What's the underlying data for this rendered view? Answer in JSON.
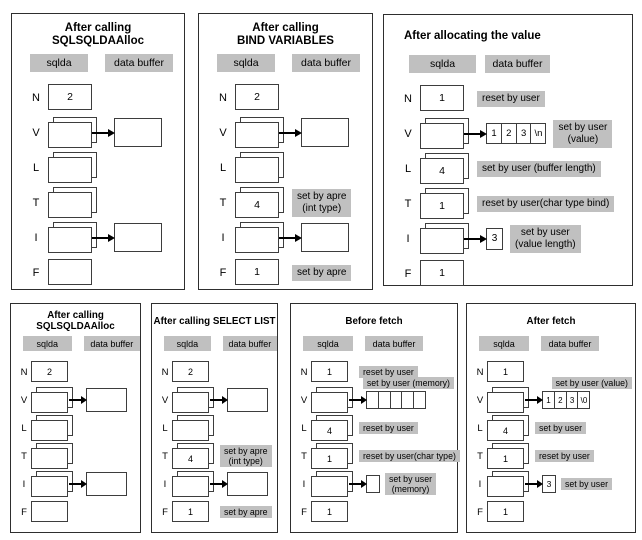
{
  "colors": {
    "background": "#ffffff",
    "gray_label_bg": "#c0c0c0",
    "panel_border": "#2e2e2e",
    "box_border": "#3d3d3d",
    "arrow": "#000000"
  },
  "labels": {
    "sqlda": "sqlda",
    "data_buffer": "data buffer"
  },
  "panels": [
    {
      "id": "after-sqlsqldaalloc-top",
      "title_lines": [
        "After calling",
        "SQLSQLDAAlloc"
      ],
      "rows": [
        {
          "label": "N",
          "box": {
            "style": "single",
            "value": "2"
          }
        },
        {
          "label": "V",
          "box": {
            "style": "stack",
            "value": ""
          },
          "arrow": true,
          "target": {
            "kind": "bufferbox"
          }
        },
        {
          "label": "L",
          "box": {
            "style": "stack",
            "value": ""
          }
        },
        {
          "label": "T",
          "box": {
            "style": "stack",
            "value": ""
          }
        },
        {
          "label": "I",
          "box": {
            "style": "stack",
            "value": ""
          },
          "arrow": true,
          "target": {
            "kind": "bufferbox"
          }
        },
        {
          "label": "F",
          "box": {
            "style": "single",
            "value": ""
          }
        }
      ]
    },
    {
      "id": "after-bind-variables",
      "title_lines": [
        "After calling",
        "BIND VARIABLES"
      ],
      "rows": [
        {
          "label": "N",
          "box": {
            "style": "single",
            "value": "2"
          }
        },
        {
          "label": "V",
          "box": {
            "style": "stack",
            "value": ""
          },
          "arrow": true,
          "target": {
            "kind": "bufferbox"
          }
        },
        {
          "label": "L",
          "box": {
            "style": "stack",
            "value": ""
          }
        },
        {
          "label": "T",
          "box": {
            "style": "stack",
            "value": "4"
          },
          "note": {
            "lines": [
              "set by apre",
              "(int type)"
            ]
          }
        },
        {
          "label": "I",
          "box": {
            "style": "stack",
            "value": ""
          },
          "arrow": true,
          "target": {
            "kind": "bufferbox"
          }
        },
        {
          "label": "F",
          "box": {
            "style": "single",
            "value": "1"
          },
          "note": {
            "lines": [
              "set by apre"
            ]
          }
        }
      ]
    },
    {
      "id": "after-allocating-the-value",
      "title_lines": [
        "After allocating the value"
      ],
      "rows": [
        {
          "label": "N",
          "box": {
            "style": "single",
            "value": "1"
          },
          "note": {
            "lines": [
              "reset by user"
            ]
          }
        },
        {
          "label": "V",
          "box": {
            "style": "stack",
            "value": ""
          },
          "arrow": true,
          "target": {
            "kind": "cells",
            "cells": [
              "1",
              "2",
              "3",
              "\\n"
            ]
          },
          "note": {
            "lines": [
              "set by user",
              "(value)"
            ]
          }
        },
        {
          "label": "L",
          "box": {
            "style": "stack",
            "value": "4"
          },
          "note": {
            "lines": [
              "set by user (buffer length)"
            ]
          }
        },
        {
          "label": "T",
          "box": {
            "style": "stack",
            "value": "1"
          },
          "note": {
            "lines": [
              "reset by user(char type bind)"
            ]
          }
        },
        {
          "label": "I",
          "box": {
            "style": "stack",
            "value": ""
          },
          "arrow": true,
          "target": {
            "kind": "smallbox",
            "value": "3"
          },
          "note": {
            "lines": [
              "set by user",
              "(value length)"
            ]
          }
        },
        {
          "label": "F",
          "box": {
            "style": "single",
            "value": "1"
          }
        }
      ]
    },
    {
      "id": "after-sqlsqldaalloc-bottom",
      "title_lines": [
        "After calling",
        "SQLSQLDAAlloc"
      ],
      "rows": [
        {
          "label": "N",
          "box": {
            "style": "single",
            "value": "2"
          }
        },
        {
          "label": "V",
          "box": {
            "style": "stack",
            "value": ""
          },
          "arrow": true,
          "target": {
            "kind": "bufferbox"
          }
        },
        {
          "label": "L",
          "box": {
            "style": "stack",
            "value": ""
          }
        },
        {
          "label": "T",
          "box": {
            "style": "stack",
            "value": ""
          }
        },
        {
          "label": "I",
          "box": {
            "style": "stack",
            "value": ""
          },
          "arrow": true,
          "target": {
            "kind": "bufferbox"
          }
        },
        {
          "label": "F",
          "box": {
            "style": "single",
            "value": ""
          }
        }
      ]
    },
    {
      "id": "after-select-list",
      "title_lines": [
        "After calling SELECT LIST"
      ],
      "rows": [
        {
          "label": "N",
          "box": {
            "style": "single",
            "value": "2"
          }
        },
        {
          "label": "V",
          "box": {
            "style": "stack",
            "value": ""
          },
          "arrow": true,
          "target": {
            "kind": "bufferbox"
          }
        },
        {
          "label": "L",
          "box": {
            "style": "stack",
            "value": ""
          }
        },
        {
          "label": "T",
          "box": {
            "style": "stack",
            "value": "4"
          },
          "note": {
            "lines": [
              "set by apre",
              "(int type)"
            ]
          }
        },
        {
          "label": "I",
          "box": {
            "style": "stack",
            "value": ""
          },
          "arrow": true,
          "target": {
            "kind": "bufferbox"
          }
        },
        {
          "label": "F",
          "box": {
            "style": "single",
            "value": "1"
          },
          "note": {
            "lines": [
              "set by apre"
            ]
          }
        }
      ]
    },
    {
      "id": "before-fetch",
      "title_lines": [
        "Before fetch"
      ],
      "rows": [
        {
          "label": "N",
          "box": {
            "style": "single",
            "value": "1"
          },
          "note": {
            "lines": [
              "reset by user"
            ]
          }
        },
        {
          "label": "V",
          "box": {
            "style": "stack",
            "value": ""
          },
          "arrow": true,
          "target": {
            "kind": "cells",
            "cells": [
              "",
              "",
              "",
              "",
              ""
            ]
          },
          "note": {
            "above": true,
            "lines": [
              "set by user (memory)"
            ]
          }
        },
        {
          "label": "L",
          "box": {
            "style": "stack",
            "value": "4"
          },
          "note": {
            "lines": [
              "reset by user"
            ]
          }
        },
        {
          "label": "T",
          "box": {
            "style": "stack",
            "value": "1"
          },
          "note": {
            "lines": [
              "reset by user(char type)"
            ]
          }
        },
        {
          "label": "I",
          "box": {
            "style": "stack",
            "value": ""
          },
          "arrow": true,
          "target": {
            "kind": "smallbox",
            "value": ""
          },
          "note": {
            "lines": [
              "set by user",
              "(memory)"
            ]
          }
        },
        {
          "label": "F",
          "box": {
            "style": "single",
            "value": "1"
          }
        }
      ]
    },
    {
      "id": "after-fetch",
      "title_lines": [
        "After fetch"
      ],
      "rows": [
        {
          "label": "N",
          "box": {
            "style": "single",
            "value": "1"
          }
        },
        {
          "label": "V",
          "box": {
            "style": "stack",
            "value": ""
          },
          "arrow": true,
          "target": {
            "kind": "cells",
            "cells": [
              "1",
              "2",
              "3",
              "\\0"
            ]
          },
          "note": {
            "above": true,
            "lines": [
              "set by user (value)"
            ]
          }
        },
        {
          "label": "L",
          "box": {
            "style": "stack",
            "value": "4"
          },
          "note": {
            "lines": [
              "set by user"
            ]
          }
        },
        {
          "label": "T",
          "box": {
            "style": "stack",
            "value": "1"
          },
          "note": {
            "lines": [
              "reset by user"
            ]
          }
        },
        {
          "label": "I",
          "box": {
            "style": "stack",
            "value": ""
          },
          "arrow": true,
          "target": {
            "kind": "smallbox",
            "value": "3"
          },
          "note": {
            "lines": [
              "set by user"
            ]
          }
        },
        {
          "label": "F",
          "box": {
            "style": "single",
            "value": "1"
          }
        }
      ]
    }
  ]
}
